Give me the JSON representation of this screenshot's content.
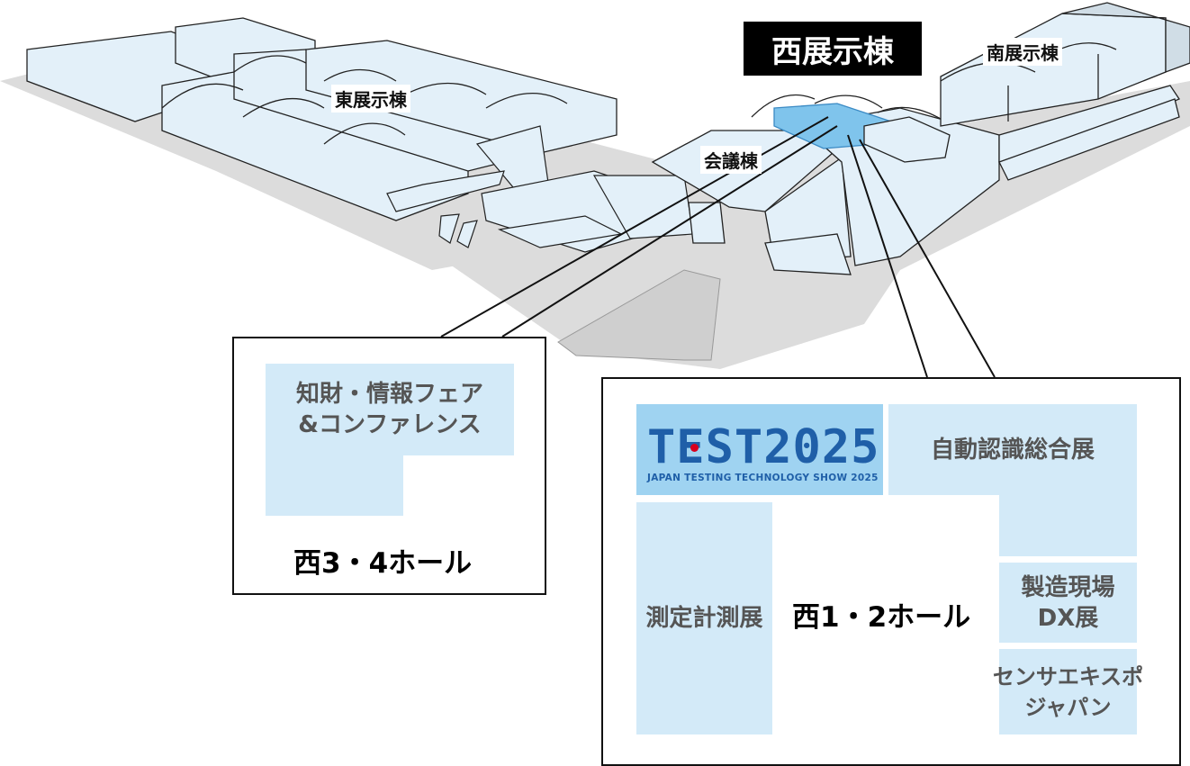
{
  "buildings": {
    "east": "東展示棟",
    "west": "西展示棟",
    "south": "南展示棟",
    "conference": "会議棟"
  },
  "hall34": {
    "name": "西3・4ホール",
    "zone": "知財・情報フェア\n&コンファレンス"
  },
  "hall12": {
    "name": "西1・2ホール",
    "logo": {
      "text": "TEST2025",
      "subtitle": "JAPAN TESTING TECHNOLOGY SHOW 2025"
    },
    "zones": {
      "auto_id": "自動認識総合展",
      "measurement": "測定計測展",
      "dx": "製造現場\nDX展",
      "sensor": "センサエキスポ\nジャパン"
    }
  },
  "colors": {
    "zone_fill": "#d3eaf8",
    "highlight": "#9fd3f1",
    "logo_blue": "#1f5fa8",
    "logo_red": "#d8001e"
  }
}
